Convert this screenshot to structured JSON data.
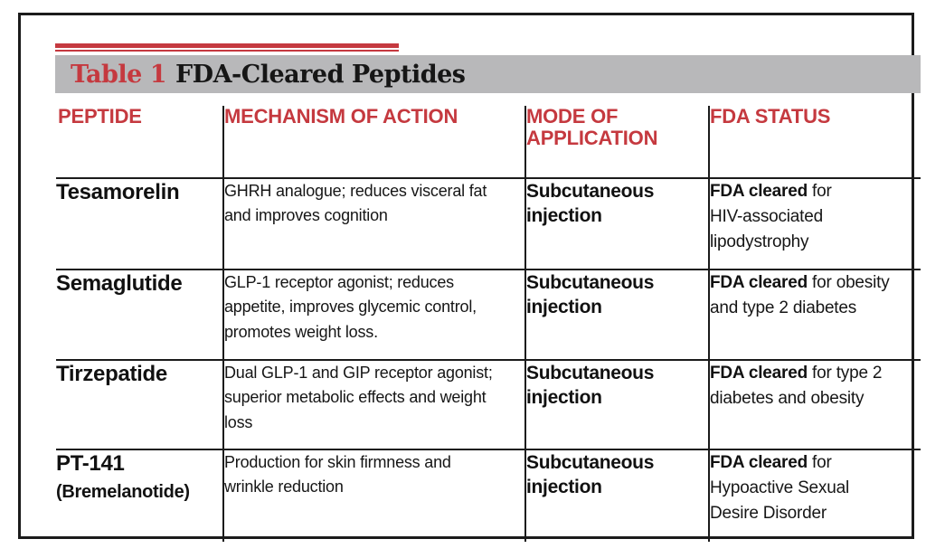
{
  "title": {
    "label": "Table 1",
    "text": "FDA-Cleared Peptides"
  },
  "colors": {
    "accent_red": "#c5393f",
    "title_bar_gray": "#b8b8ba",
    "ink": "#1b1b1b"
  },
  "table": {
    "headers": [
      "PEPTIDE",
      "MECHANISM OF ACTION",
      "MODE OF\nAPPLICATION",
      "FDA STATUS"
    ],
    "rows": [
      {
        "peptide": "Tesamorelin",
        "peptide_sub": "",
        "mechanism": "GHRH analogue; reduces visceral fat\nand improves cognition",
        "mode": "Subcutaneous\ninjection",
        "fda_bold": "FDA cleared",
        "fda_rest": " for\nHIV-associated\nlipodystrophy"
      },
      {
        "peptide": "Semaglutide",
        "peptide_sub": "",
        "mechanism": "GLP-1 receptor agonist; reduces\nappetite, improves glycemic control,\npromotes weight loss.",
        "mode": "Subcutaneous\ninjection",
        "fda_bold": "FDA cleared",
        "fda_rest": " for obesity\nand type 2 diabetes"
      },
      {
        "peptide": "Tirzepatide",
        "peptide_sub": "",
        "mechanism": "Dual GLP-1 and GIP receptor agonist;\nsuperior metabolic effects and weight\nloss",
        "mode": "Subcutaneous\ninjection",
        "fda_bold": "FDA cleared",
        "fda_rest": " for type 2\ndiabetes and obesity"
      },
      {
        "peptide": "PT-141",
        "peptide_sub": "(Bremelanotide)",
        "mechanism": "Production for skin firmness and\nwrinkle reduction",
        "mode": "Subcutaneous\ninjection",
        "fda_bold": "FDA cleared",
        "fda_rest": " for\nHypoactive Sexual\nDesire Disorder"
      }
    ]
  }
}
